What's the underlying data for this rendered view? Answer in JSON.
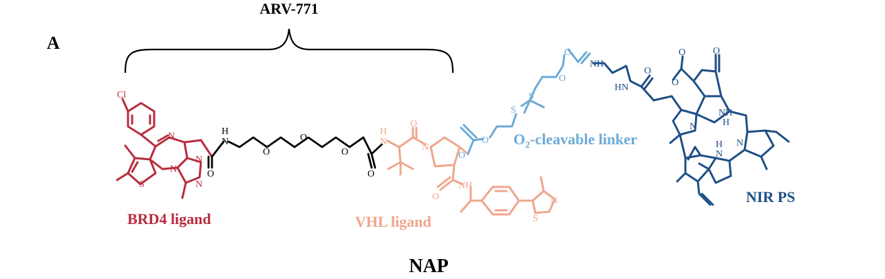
{
  "panel_label": "A",
  "title_top": "ARV-771",
  "title_bottom": "NAP",
  "labels": {
    "brd4": "BRD4 ligand",
    "vhl": "VHL ligand",
    "linker_prefix": "O",
    "linker_sub": "2",
    "linker_suffix": "-cleavable linker",
    "nir": "NIR PS"
  },
  "atoms": {
    "cl": "Cl",
    "n": "N",
    "s": "S",
    "o": "O",
    "h": "H",
    "nh": "NH",
    "hn": "HN"
  },
  "colors": {
    "brd4": "#b82c3e",
    "peg": "#000000",
    "vhl": "#f0a58c",
    "linker": "#6baad6",
    "nir": "#1e4f86"
  }
}
